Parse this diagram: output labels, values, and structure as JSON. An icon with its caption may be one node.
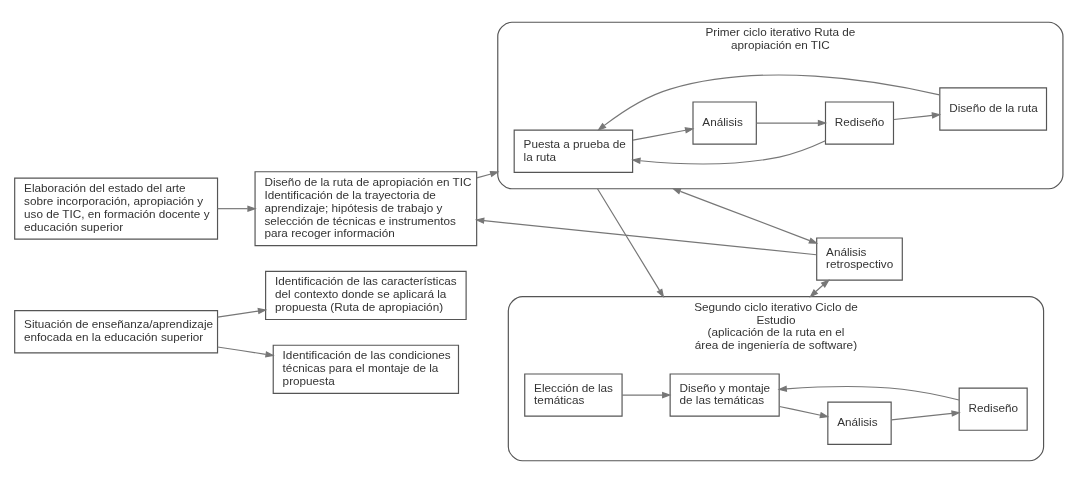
{
  "diagram": {
    "nodes": [
      {
        "text": [
          "Situación de enseñanza/aprendizaje enfocada en la educación superior"
        ]
      },
      {
        "text": [
          "Identificación de las características del contexto donde se aplicará la propuesta (Ruta de apropiación)"
        ]
      },
      {
        "text": [
          "Identificación de las condiciones técnicas para el montaje de la propuesta"
        ]
      },
      {
        "text": [
          "Elaboración del estado del arte sobre incorporación, apropiación y uso de TIC, en formación docente y educación superior"
        ]
      },
      {
        "text": [
          "Diseño de la ruta de apropiación en TIC",
          "Identificación de la trayectoria de aprendizaje; hipótesis de trabajo y selección de técnicas e instrumentos para recoger información"
        ]
      },
      {
        "text": [
          "Primer ciclo iterativo Ruta de apropiación en TIC"
        ]
      },
      {
        "text": [
          "Puesta a prueba de la ruta"
        ],
        "in": 5
      },
      {
        "text": [
          "Análisis"
        ],
        "in": 5
      },
      {
        "text": [
          "Rediseño"
        ],
        "in": 5
      },
      {
        "text": [
          "Diseño de la ruta"
        ],
        "in": 5
      },
      {
        "text": [
          "Segundo ciclo iterativo Ciclo de Estudio",
          "(aplicación de la ruta en el área de ingeniería de software)"
        ]
      },
      {
        "text": [
          "Diseño y montaje de las temáticas"
        ],
        "in": 10
      },
      {
        "text": [
          "Análisis"
        ],
        "in": 10
      },
      {
        "text": [
          "Elección de las temáticas"
        ],
        "in": 10
      },
      {
        "text": [
          "Rediseño"
        ],
        "in": 10
      },
      {
        "text": [
          "Análisis retrospectivo"
        ]
      }
    ],
    "edges": [
      {
        "from": 0,
        "to": 1,
        "arrow": "to"
      },
      {
        "from": 0,
        "to": 2,
        "arrow": "to"
      },
      {
        "from": 3,
        "to": 4,
        "arrow": "to"
      },
      {
        "from": 4,
        "to": 5,
        "arrow": "to"
      },
      {
        "from": 5,
        "to": 10,
        "arrow": "to"
      },
      {
        "from": 6,
        "to": 7,
        "arrow": "to"
      },
      {
        "from": 7,
        "to": 8,
        "arrow": "to"
      },
      {
        "from": 8,
        "to": 9,
        "arrow": "to"
      },
      {
        "from": 9,
        "to": 6,
        "arrow": "to"
      },
      {
        "from": 8,
        "to": 6,
        "arrow": "to"
      },
      {
        "from": 11,
        "to": 12,
        "arrow": "to"
      },
      {
        "from": 12,
        "to": 14,
        "arrow": "to"
      },
      {
        "from": 13,
        "to": 11,
        "arrow": "to"
      },
      {
        "from": 14,
        "to": 11,
        "arrow": "to"
      },
      {
        "from": 15,
        "to": 4,
        "arrow": "to"
      },
      {
        "from": 5,
        "to": 15,
        "arrow": "both"
      },
      {
        "from": 10,
        "to": 15,
        "arrow": "both"
      }
    ]
  }
}
